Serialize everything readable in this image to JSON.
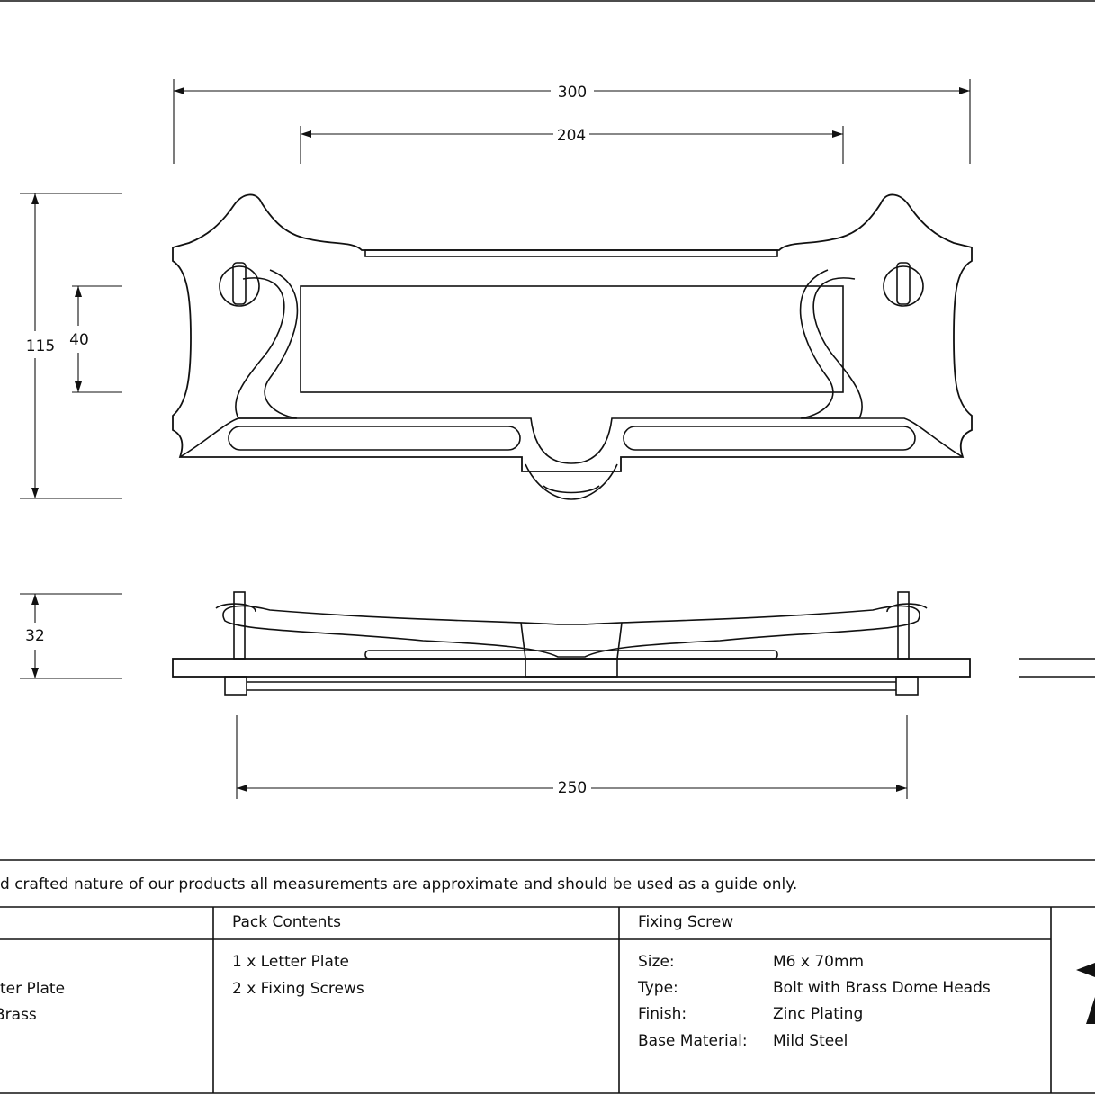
{
  "dimensions": {
    "overall_width": "300",
    "slot_width": "204",
    "overall_height": "115",
    "slot_height": "40",
    "projection": "32",
    "fixing_centres": "250"
  },
  "disclaimer": "d crafted nature of our products all measurements are approximate and should be used as a guide only.",
  "table": {
    "col1": {
      "lines": [
        "ter Plate",
        "Brass"
      ]
    },
    "pack_contents": {
      "header": "Pack Contents",
      "items": [
        "1 x Letter Plate",
        "2 x Fixing Screws"
      ]
    },
    "fixing_screw": {
      "header": "Fixing Screw",
      "rows": [
        {
          "label": "Size:",
          "value": "M6 x 70mm"
        },
        {
          "label": "Type:",
          "value": "Bolt with Brass Dome Heads"
        },
        {
          "label": "Finish:",
          "value": "Zinc Plating"
        },
        {
          "label": "Base Material:",
          "value": "Mild Steel"
        }
      ]
    }
  },
  "icons": {
    "logo": "star-logo-icon"
  }
}
